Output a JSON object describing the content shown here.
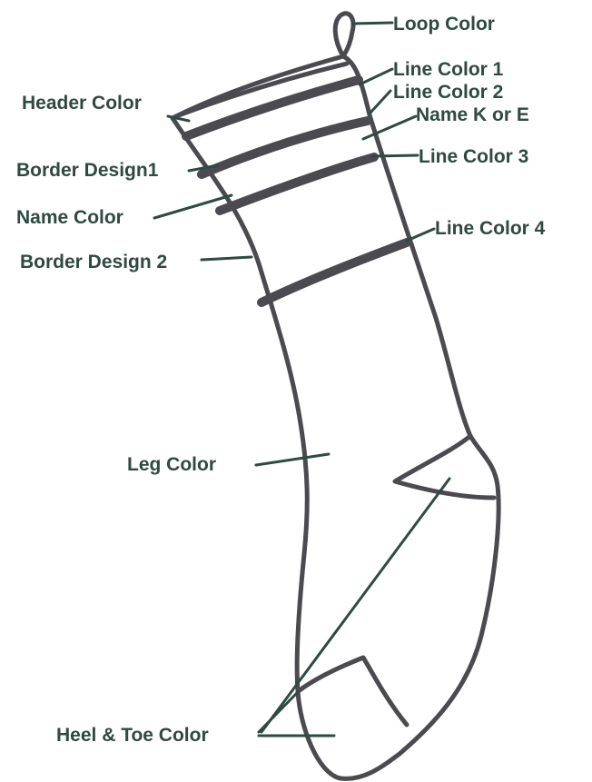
{
  "labels": {
    "loop_color": "Loop Color",
    "line_color_1": "Line Color 1",
    "line_color_2": "Line Color 2",
    "name_k_or_e": "Name K or E",
    "line_color_3": "Line Color 3",
    "line_color_4": "Line Color 4",
    "header_color": "Header Color",
    "border_design_1": "Border Design1",
    "name_color": "Name Color",
    "border_design_2": "Border Design 2",
    "leg_color": "Leg Color",
    "heel_toe_color": "Heel & Toe Color"
  },
  "colors": {
    "label_text": "#2e4a42",
    "outline": "#4a4a50",
    "background": "#ffffff"
  }
}
